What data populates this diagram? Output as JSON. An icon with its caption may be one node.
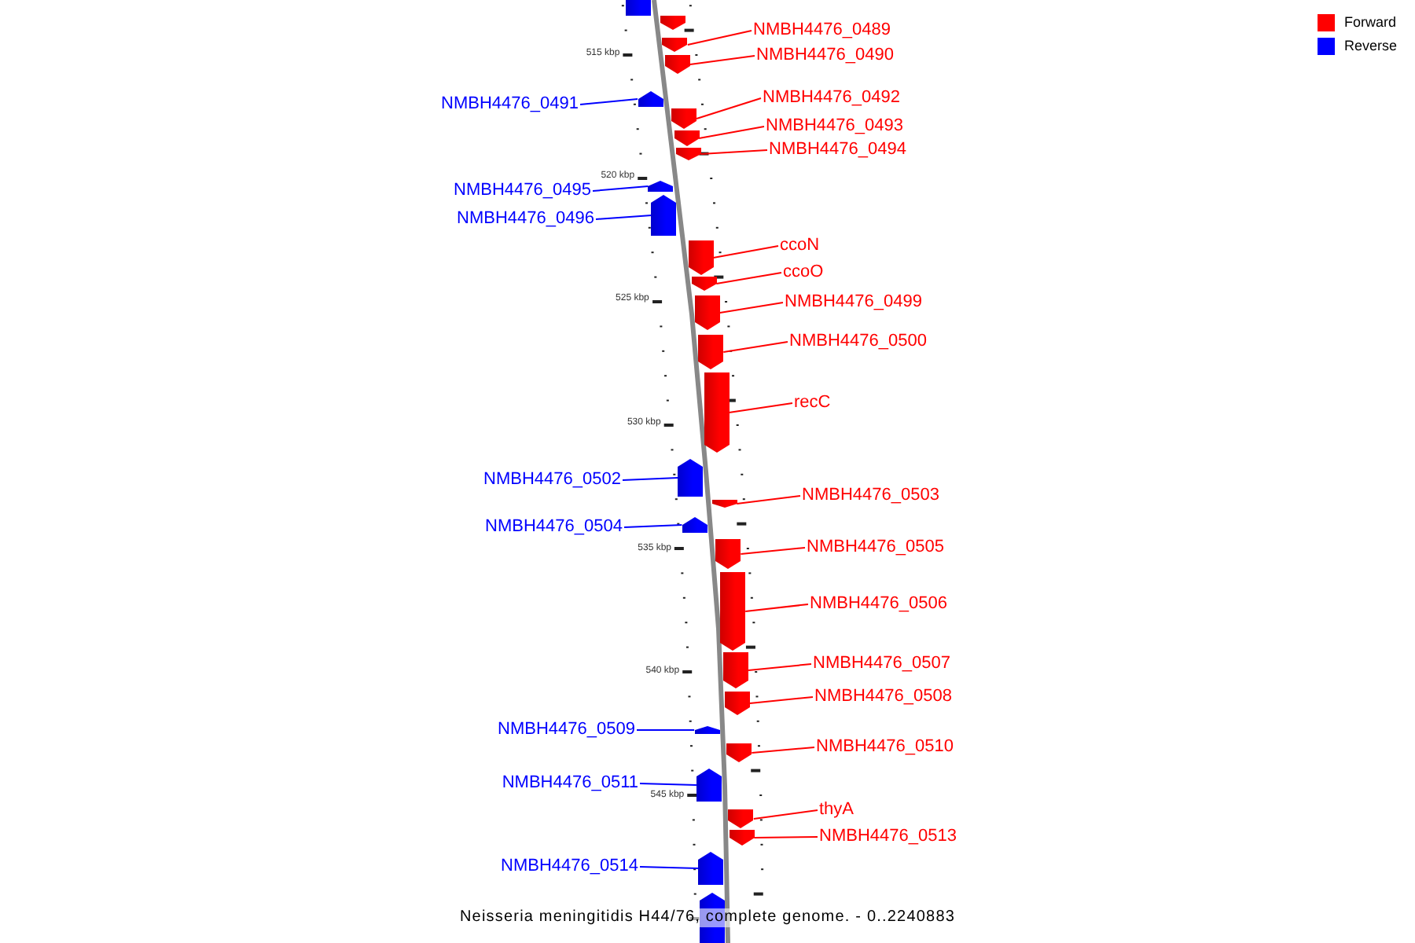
{
  "diagram": {
    "caption": "Neisseria meningitidis H44/76, complete genome. - 0..2240883",
    "nodes": [
      {
        "text": [],
        "shape": "arrow"
      },
      {
        "text": [],
        "shape": "arrow"
      },
      {
        "text": [
          "NMBH4476_0489"
        ]
      },
      {
        "text": [],
        "shape": "arrow"
      },
      {
        "text": [
          "NMBH4476_0490"
        ]
      },
      {
        "text": [],
        "shape": "arrow"
      },
      {
        "text": [
          "NMBH4476_0491"
        ]
      },
      {
        "text": [],
        "shape": "arrow"
      },
      {
        "text": [
          "NMBH4476_0492"
        ]
      },
      {
        "text": [],
        "shape": "arrow"
      },
      {
        "text": [
          "NMBH4476_0493"
        ]
      },
      {
        "text": [],
        "shape": "arrow"
      },
      {
        "text": [
          "NMBH4476_0494"
        ]
      },
      {
        "text": [],
        "shape": "arrow"
      },
      {
        "text": [
          "NMBH4476_0495"
        ]
      },
      {
        "text": [],
        "shape": "arrow"
      },
      {
        "text": [
          "NMBH4476_0496"
        ]
      },
      {
        "text": [],
        "shape": "arrow"
      },
      {
        "text": [
          "ccoN"
        ]
      },
      {
        "text": [],
        "shape": "arrow"
      },
      {
        "text": [
          "ccoO"
        ]
      },
      {
        "text": [],
        "shape": "arrow"
      },
      {
        "text": [
          "NMBH4476_0499"
        ]
      },
      {
        "text": [],
        "shape": "arrow"
      },
      {
        "text": [
          "NMBH4476_0500"
        ]
      },
      {
        "text": [],
        "shape": "arrow"
      },
      {
        "text": [
          "recC"
        ]
      },
      {
        "text": [],
        "shape": "arrow"
      },
      {
        "text": [
          "NMBH4476_0502"
        ]
      },
      {
        "text": [],
        "shape": "arrow"
      },
      {
        "text": [
          "NMBH4476_0503"
        ]
      },
      {
        "text": [],
        "shape": "arrow"
      },
      {
        "text": [
          "NMBH4476_0504"
        ]
      },
      {
        "text": [],
        "shape": "arrow"
      },
      {
        "text": [
          "NMBH4476_0505"
        ]
      },
      {
        "text": [],
        "shape": "arrow"
      },
      {
        "text": [
          "NMBH4476_0506"
        ]
      },
      {
        "text": [],
        "shape": "arrow"
      },
      {
        "text": [
          "NMBH4476_0507"
        ]
      },
      {
        "text": [],
        "shape": "arrow"
      },
      {
        "text": [
          "NMBH4476_0508"
        ]
      },
      {
        "text": [],
        "shape": "arrow"
      },
      {
        "text": [
          "NMBH4476_0509"
        ]
      },
      {
        "text": [],
        "shape": "arrow"
      },
      {
        "text": [
          "NMBH4476_0510"
        ]
      },
      {
        "text": [],
        "shape": "arrow"
      },
      {
        "text": [
          "NMBH4476_0511"
        ]
      },
      {
        "text": [],
        "shape": "arrow"
      },
      {
        "text": [
          "thyA"
        ]
      },
      {
        "text": [],
        "shape": "arrow"
      },
      {
        "text": [
          "NMBH4476_0513"
        ]
      },
      {
        "text": [],
        "shape": "arrow"
      },
      {
        "text": [
          "NMBH4476_0514"
        ]
      },
      {
        "text": [],
        "shape": "arrow"
      },
      {
        "text": [],
        "shape": "arrow"
      }
    ],
    "edges": [
      {
        "from": 2,
        "to": 3,
        "arrow": "none"
      },
      {
        "from": 4,
        "to": 5,
        "arrow": "none"
      },
      {
        "from": 6,
        "to": 7,
        "arrow": "none",
        "color": "#0000ff"
      },
      {
        "from": 8,
        "to": 9,
        "arrow": "none"
      },
      {
        "from": 10,
        "to": 11,
        "arrow": "none"
      },
      {
        "from": 12,
        "to": 13,
        "arrow": "none"
      },
      {
        "from": 14,
        "to": 15,
        "arrow": "none",
        "color": "#0000ff"
      },
      {
        "from": 16,
        "to": 17,
        "arrow": "none",
        "color": "#0000ff"
      },
      {
        "from": 18,
        "to": 19,
        "arrow": "none"
      },
      {
        "from": 20,
        "to": 21,
        "arrow": "none"
      },
      {
        "from": 22,
        "to": 23,
        "arrow": "none"
      },
      {
        "from": 24,
        "to": 25,
        "arrow": "none"
      },
      {
        "from": 26,
        "to": 27,
        "arrow": "none"
      },
      {
        "from": 28,
        "to": 29,
        "arrow": "none",
        "color": "#0000ff"
      },
      {
        "from": 30,
        "to": 31,
        "arrow": "none"
      },
      {
        "from": 32,
        "to": 33,
        "arrow": "none",
        "color": "#0000ff"
      },
      {
        "from": 34,
        "to": 35,
        "arrow": "none"
      },
      {
        "from": 36,
        "to": 37,
        "arrow": "none"
      },
      {
        "from": 38,
        "to": 39,
        "arrow": "none"
      },
      {
        "from": 40,
        "to": 41,
        "arrow": "none"
      },
      {
        "from": 42,
        "to": 43,
        "arrow": "none",
        "color": "#0000ff"
      },
      {
        "from": 44,
        "to": 45,
        "arrow": "none"
      },
      {
        "from": 46,
        "to": 47,
        "arrow": "none",
        "color": "#0000ff"
      },
      {
        "from": 48,
        "to": 49,
        "arrow": "none"
      },
      {
        "from": 50,
        "to": 51,
        "arrow": "none"
      },
      {
        "from": 52,
        "to": 53,
        "arrow": "none",
        "color": "#0000ff"
      }
    ],
    "labels": [
      "515 kbp",
      "520 kbp",
      "525 kbp",
      "530 kbp",
      "535 kbp",
      "540 kbp",
      "545 kbp"
    ],
    "legend": [
      {
        "text": "Forward",
        "color": "#ff0000"
      },
      {
        "text": "Reverse",
        "color": "#0000ff"
      }
    ]
  }
}
